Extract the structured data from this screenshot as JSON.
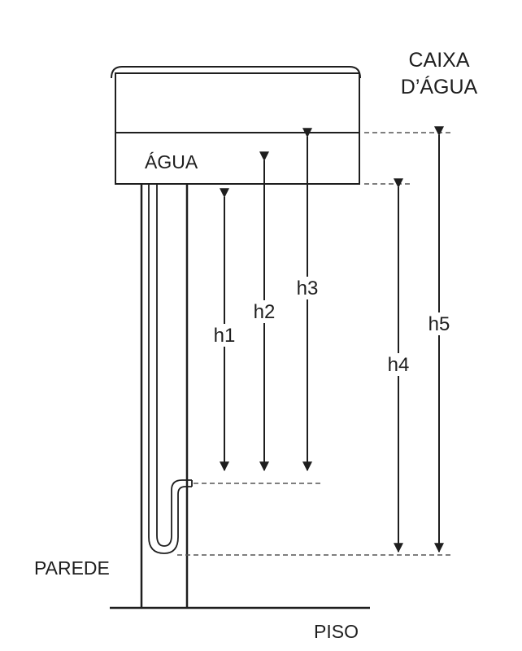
{
  "labels": {
    "tank_line1": "CAIXA",
    "tank_line2": "D’ÁGUA",
    "water": "ÁGUA",
    "wall": "PAREDE",
    "floor": "PISO"
  },
  "heights": [
    "h1",
    "h2",
    "h3",
    "h4",
    "h5"
  ],
  "colors": {
    "ink": "#1e1e1e",
    "dash": "#555555"
  }
}
